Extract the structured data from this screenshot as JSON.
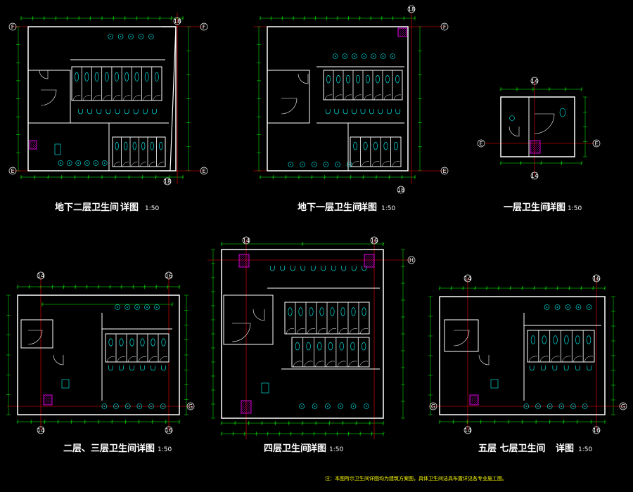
{
  "drawing": {
    "note": "注：本图所示卫生间详图均为建筑方案图，具体卫生间洁具布置详见各专业施工图。",
    "colors": {
      "wall": "#ffffff",
      "dimension": "#00ff00",
      "fixture": "#00ffff",
      "axis": "#ff0000",
      "column": "#ff00ff",
      "note": "#ffff00",
      "background": "#000000"
    },
    "panels": [
      {
        "id": "b2",
        "title": "地下二层卫生间",
        "suffix": "详图",
        "scale": "1:50",
        "axes": [
          "F",
          "E",
          "18"
        ]
      },
      {
        "id": "b1",
        "title": "地下一层卫生间",
        "suffix": "详图",
        "scale": "1:50",
        "axes": [
          "F",
          "E",
          "18"
        ]
      },
      {
        "id": "f1",
        "title": "一层卫生间",
        "suffix": "详图",
        "scale": "1:50",
        "axes": [
          "E",
          "14"
        ]
      },
      {
        "id": "f23",
        "title": "二层、三层卫生间",
        "suffix": "详图",
        "scale": "1:50",
        "axes": [
          "14",
          "16",
          "G"
        ]
      },
      {
        "id": "f4",
        "title": "四层卫生间",
        "suffix": "详图",
        "scale": "1:50",
        "axes": [
          "14",
          "16",
          "H"
        ]
      },
      {
        "id": "f57",
        "title": "五层  七层卫生间",
        "suffix": "详图",
        "scale": "1:50",
        "axes": [
          "14",
          "16",
          "G"
        ]
      }
    ]
  }
}
